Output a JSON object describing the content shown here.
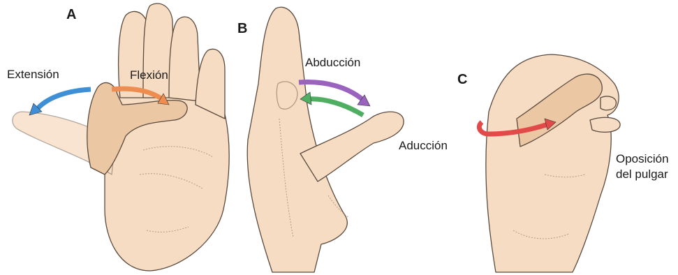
{
  "panels": {
    "a": {
      "letter": "A",
      "labels": {
        "extension": "Extensión",
        "flexion": "Flexión"
      }
    },
    "b": {
      "letter": "B",
      "labels": {
        "abduction": "Abducción",
        "adduction": "Aducción"
      }
    },
    "c": {
      "letter": "C",
      "labels": {
        "opposition_line1": "Oposición",
        "opposition_line2": "del pulgar"
      }
    }
  },
  "colors": {
    "skin": "#f6dcc2",
    "skin_shadow": "#ecc7a4",
    "outline": "#5a4a3e",
    "crease": "#b59a82",
    "extension_arrow": "#3f8fd6",
    "flexion_arrow": "#ee8d4f",
    "abduction_arrow": "#9a63be",
    "adduction_arrow": "#4fae62",
    "opposition_arrow": "#e24a4a"
  }
}
